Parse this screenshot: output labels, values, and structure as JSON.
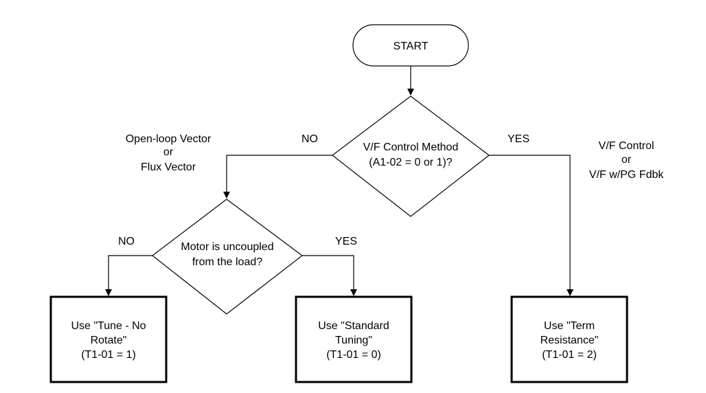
{
  "start": {
    "label": "START"
  },
  "decision_control": {
    "line1": "V/F Control Method",
    "line2": "(A1-02 = 0 or 1)?"
  },
  "decision_motor": {
    "line1": "Motor is uncoupled",
    "line2": "from the load?"
  },
  "branch_labels": {
    "control_no": "NO",
    "control_yes": "YES",
    "motor_no": "NO",
    "motor_yes": "YES"
  },
  "annotations": {
    "left": [
      "Open-loop Vector",
      "or",
      "Flux Vector"
    ],
    "right": [
      "V/F Control",
      "or",
      "V/F w/PG Fdbk"
    ]
  },
  "results": {
    "no_rotate": [
      "Use \"Tune - No",
      "Rotate\"",
      "(T1-01 = 1)"
    ],
    "standard": [
      "Use \"Standard",
      "Tuning\"",
      "(T1-01 = 0)"
    ],
    "term_resistance": [
      "Use \"Term",
      "Resistance\"",
      "(T1-01 = 2)"
    ]
  },
  "colors": {
    "stroke": "#000000",
    "background": "#ffffff"
  }
}
